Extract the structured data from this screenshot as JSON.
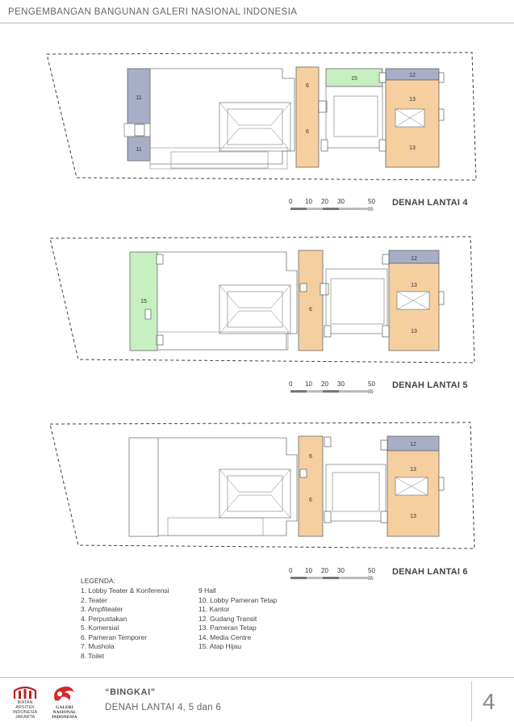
{
  "header": {
    "title": "PENGEMBANGAN BANGUNAN GALERI NASIONAL INDONESIA"
  },
  "plans": [
    {
      "label": "DENAH LANTAI 4",
      "rooms": {
        "west_a": "11",
        "west_b": "11",
        "center_a": "6",
        "center_b": "6",
        "green": "15",
        "east_top": "12",
        "east_a": "13",
        "east_b": "13"
      }
    },
    {
      "label": "DENAH LANTAI 5",
      "rooms": {
        "west_green": "15",
        "center_a": "6",
        "east_top": "12",
        "east_a": "13",
        "east_b": "13"
      }
    },
    {
      "label": "DENAH LANTAI 6",
      "rooms": {
        "center_a": "6",
        "center_b": "6",
        "east_top": "12",
        "east_a": "13",
        "east_b": "13"
      }
    }
  ],
  "scale": {
    "ticks": [
      "0",
      "10",
      "20",
      "30",
      "50 m"
    ]
  },
  "legend": {
    "title": "LEGENDA:",
    "col1": [
      "1. Lobby Teater & Konferensi",
      "2. Teater",
      "3. Ampfiteater",
      "4. Perpustakan",
      "5. Komersial",
      "6. Pameran Temporer",
      "7. Mushola",
      "8. Toilet"
    ],
    "col2": [
      "9 Hall",
      "10. Lobby Pameran Tetap",
      "11. Kantor",
      "12. Gudang Transit",
      "13. Pameran Tetap",
      "14. Media Centre",
      "15. Atap Hijau"
    ]
  },
  "footer": {
    "quote": "“BINGKAI”",
    "subtitle": "DENAH LANTAI 4, 5 dan 6",
    "page": "4",
    "logo1_text": [
      "IKATAN",
      "ARSITEK",
      "INDONESIA",
      "JAKARTA"
    ],
    "logo2_text": [
      "GALERI",
      "NASIONAL",
      "INDONESIA"
    ]
  },
  "colors": {
    "orange": "#f5cfa0",
    "gray_blue": "#a9aec8",
    "green": "#c8efc0",
    "line": "#666666"
  }
}
